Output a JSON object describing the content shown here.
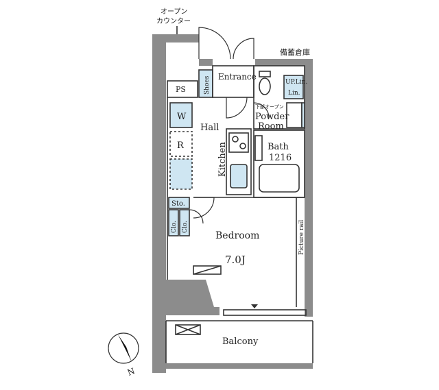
{
  "labels": {
    "open_counter_line1": "オープン",
    "open_counter_line2": "カウンター",
    "storage": "備蓄倉庫",
    "ps": "PS",
    "entrance": "Entrance",
    "shoes": "Shoes",
    "up_lin": "UP.Lin.",
    "lin": "Lin.",
    "open_under": "下部オープン",
    "powder_room_1": "Powder",
    "powder_room_2": "Room",
    "w": "W",
    "hall": "Hall",
    "r": "R",
    "kitchen": "Kitchen",
    "bath": "Bath",
    "bath_size": "1216",
    "sto": "Sto.",
    "clo1": "Clo.",
    "clo2": "Clo.",
    "bedroom": "Bedroom",
    "bedroom_size": "7.0J",
    "picture_rail": "Picture rail",
    "balcony": "Balcony",
    "north": "N"
  },
  "colors": {
    "wall": "#8c8c8c",
    "line": "#333333",
    "fixture_blue": "#cfe6f2"
  }
}
